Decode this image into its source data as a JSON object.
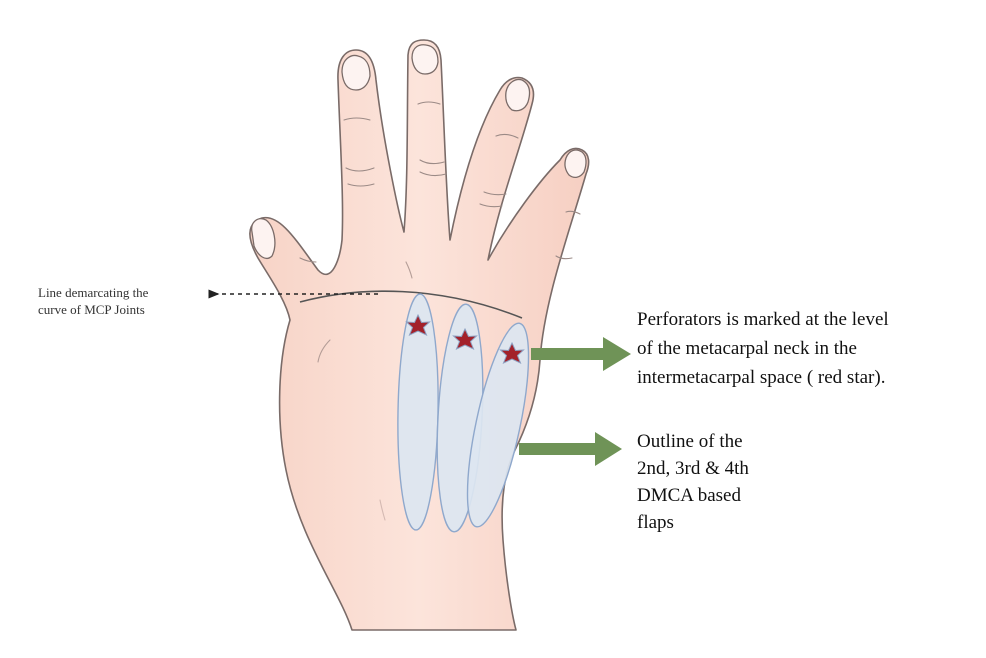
{
  "labels": {
    "mcp_line": {
      "lines": [
        "Line demarcating the",
        "curve of MCP Joints"
      ]
    },
    "perforators": {
      "lines": [
        "Perforators is marked at the level",
        "of the metacarpal neck in the",
        "intermetacarpal space ( red star)."
      ]
    },
    "flap_outline": {
      "lines": [
        "Outline of the",
        "2nd, 3rd & 4th",
        "DMCA based",
        "flaps"
      ]
    }
  },
  "colors": {
    "skin": "#fbe1d8",
    "skin_outline": "#7a6b68",
    "nail": "#fdf3f1",
    "flap_fill": "#dce6f1",
    "flap_stroke": "#8fa8cc",
    "star": "#a3212a",
    "arrow": "#6f9357",
    "dashed_arrow": "#222222",
    "mcp_curve": "#555555"
  },
  "icons": {
    "perforator_marker": "red-star-icon",
    "pointer": "green-arrow-icon"
  }
}
